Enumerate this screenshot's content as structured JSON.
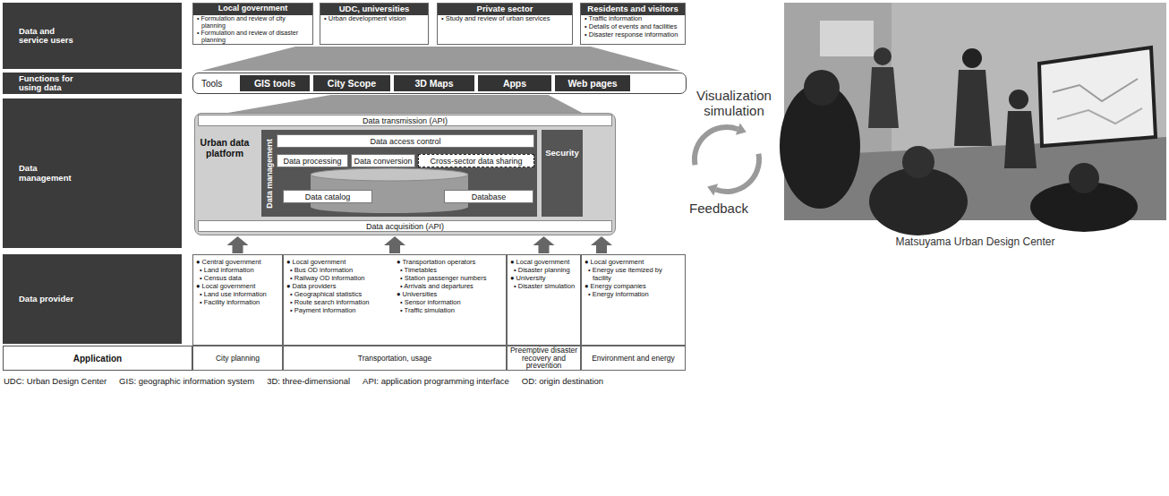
{
  "diagram": {
    "nodes": [
      {
        "text": [
          "Data and service users"
        ]
      },
      {
        "text": [
          "Local government",
          "• Formulation and review of city planning",
          "• Formulation and review of disaster planning"
        ]
      },
      {
        "text": [
          "UDC, universities",
          "• Urban development vision"
        ]
      },
      {
        "text": [
          "Private sector",
          "• Study and review of urban services"
        ]
      },
      {
        "text": [
          "Residents and visitors",
          "• Traffic information",
          "• Details of events and facilities",
          "• Disaster response information"
        ]
      },
      {
        "text": [
          "Functions for using data"
        ]
      },
      {
        "text": [
          "Tools"
        ]
      },
      {
        "text": [
          "GIS tools"
        ],
        "in": 6
      },
      {
        "text": [
          "City Scope"
        ],
        "in": 6
      },
      {
        "text": [
          "3D Maps"
        ],
        "in": 6
      },
      {
        "text": [
          "Apps"
        ],
        "in": 6
      },
      {
        "text": [
          "Web pages"
        ],
        "in": 6
      },
      {
        "text": [
          "Data management"
        ]
      },
      {
        "text": [
          "Urban data platform"
        ]
      },
      {
        "text": [
          "Data transmission (API)"
        ],
        "in": 13
      },
      {
        "text": [
          "Data management"
        ],
        "in": 13
      },
      {
        "text": [
          "Data access control"
        ],
        "in": 15
      },
      {
        "text": [
          "Data processing"
        ],
        "in": 15
      },
      {
        "text": [
          "Data conversion"
        ],
        "in": 15
      },
      {
        "text": [
          "Cross-sector data sharing"
        ],
        "in": 15
      },
      {
        "text": [
          "Data catalog"
        ],
        "in": 15
      },
      {
        "text": [
          "Database"
        ],
        "in": 15
      },
      {
        "text": [
          "Security"
        ],
        "in": 13
      },
      {
        "text": [
          "Data acquisition (API)"
        ],
        "in": 13
      },
      {
        "text": [
          "Data provider"
        ]
      },
      {
        "text": [
          "● Central government",
          "• Land information",
          "• Census data",
          "● Local government",
          "• Land use information",
          "• Facility information"
        ]
      },
      {
        "text": [
          "● Local government",
          "• Bus OD information",
          "• Railway OD information",
          "● Data providers",
          "• Geographical statistics",
          "• Route search information",
          "• Payment information",
          "● Transportation operators",
          "• Timetables",
          "• Station passenger numbers",
          "• Arrivals and departures",
          "● Universities",
          "• Sensor information",
          "• Traffic simulation"
        ]
      },
      {
        "text": [
          "● Local government",
          "• Disaster planning",
          "● University",
          "• Disaster simulation"
        ]
      },
      {
        "text": [
          "● Local government",
          "• Energy use itemized by facility",
          "● Energy companies",
          "• Energy information"
        ]
      },
      {
        "text": [
          "Application"
        ]
      },
      {
        "text": [
          "City planning"
        ]
      },
      {
        "text": [
          "Transportation, usage"
        ]
      },
      {
        "text": [
          "Preemptive disaster recovery and prevention"
        ]
      },
      {
        "text": [
          "Environment and energy"
        ]
      }
    ],
    "edges": [
      {
        "from": 25,
        "to": 13,
        "arrow": "to"
      },
      {
        "from": 26,
        "to": 13,
        "arrow": "to"
      },
      {
        "from": 27,
        "to": 13,
        "arrow": "to"
      },
      {
        "from": 28,
        "to": 13,
        "arrow": "to"
      },
      {
        "from": 13,
        "to": 6,
        "arrow": "to"
      }
    ],
    "labels": [
      "Visualization simulation",
      "Feedback",
      "Matsuyama Urban Design Center",
      "UDC: Urban Design Center",
      "GIS: geographic information system",
      "3D: three-dimensional",
      "API: application programming interface",
      "OD: origin destination"
    ]
  }
}
